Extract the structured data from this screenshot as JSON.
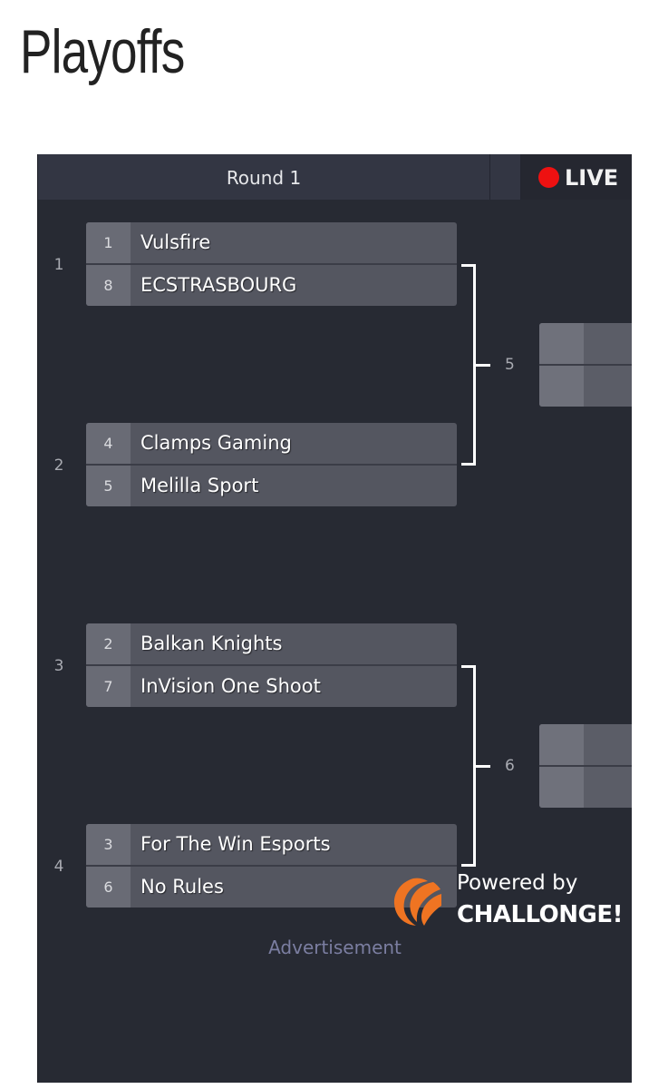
{
  "page": {
    "title": "Playoffs"
  },
  "header": {
    "round_label": "Round 1",
    "live_label": "LIVE"
  },
  "round1": [
    {
      "number": "1",
      "top": {
        "seed": "1",
        "team": "Vulsfire"
      },
      "bottom": {
        "seed": "8",
        "team": "ECSTRASBOURG"
      }
    },
    {
      "number": "2",
      "top": {
        "seed": "4",
        "team": "Clamps Gaming"
      },
      "bottom": {
        "seed": "5",
        "team": "Melilla Sport"
      }
    },
    {
      "number": "3",
      "top": {
        "seed": "2",
        "team": "Balkan Knights"
      },
      "bottom": {
        "seed": "7",
        "team": "InVision One Shoot"
      }
    },
    {
      "number": "4",
      "top": {
        "seed": "3",
        "team": "For The Win Esports"
      },
      "bottom": {
        "seed": "6",
        "team": "No Rules"
      }
    }
  ],
  "round2": [
    {
      "number": "5"
    },
    {
      "number": "6"
    }
  ],
  "footer": {
    "powered_by": "Powered by",
    "brand": "CHALLONGE!",
    "advertisement": "Advertisement"
  },
  "colors": {
    "live": "#ee1111",
    "brand_orange": "#ef7422",
    "background": "#272a33"
  }
}
